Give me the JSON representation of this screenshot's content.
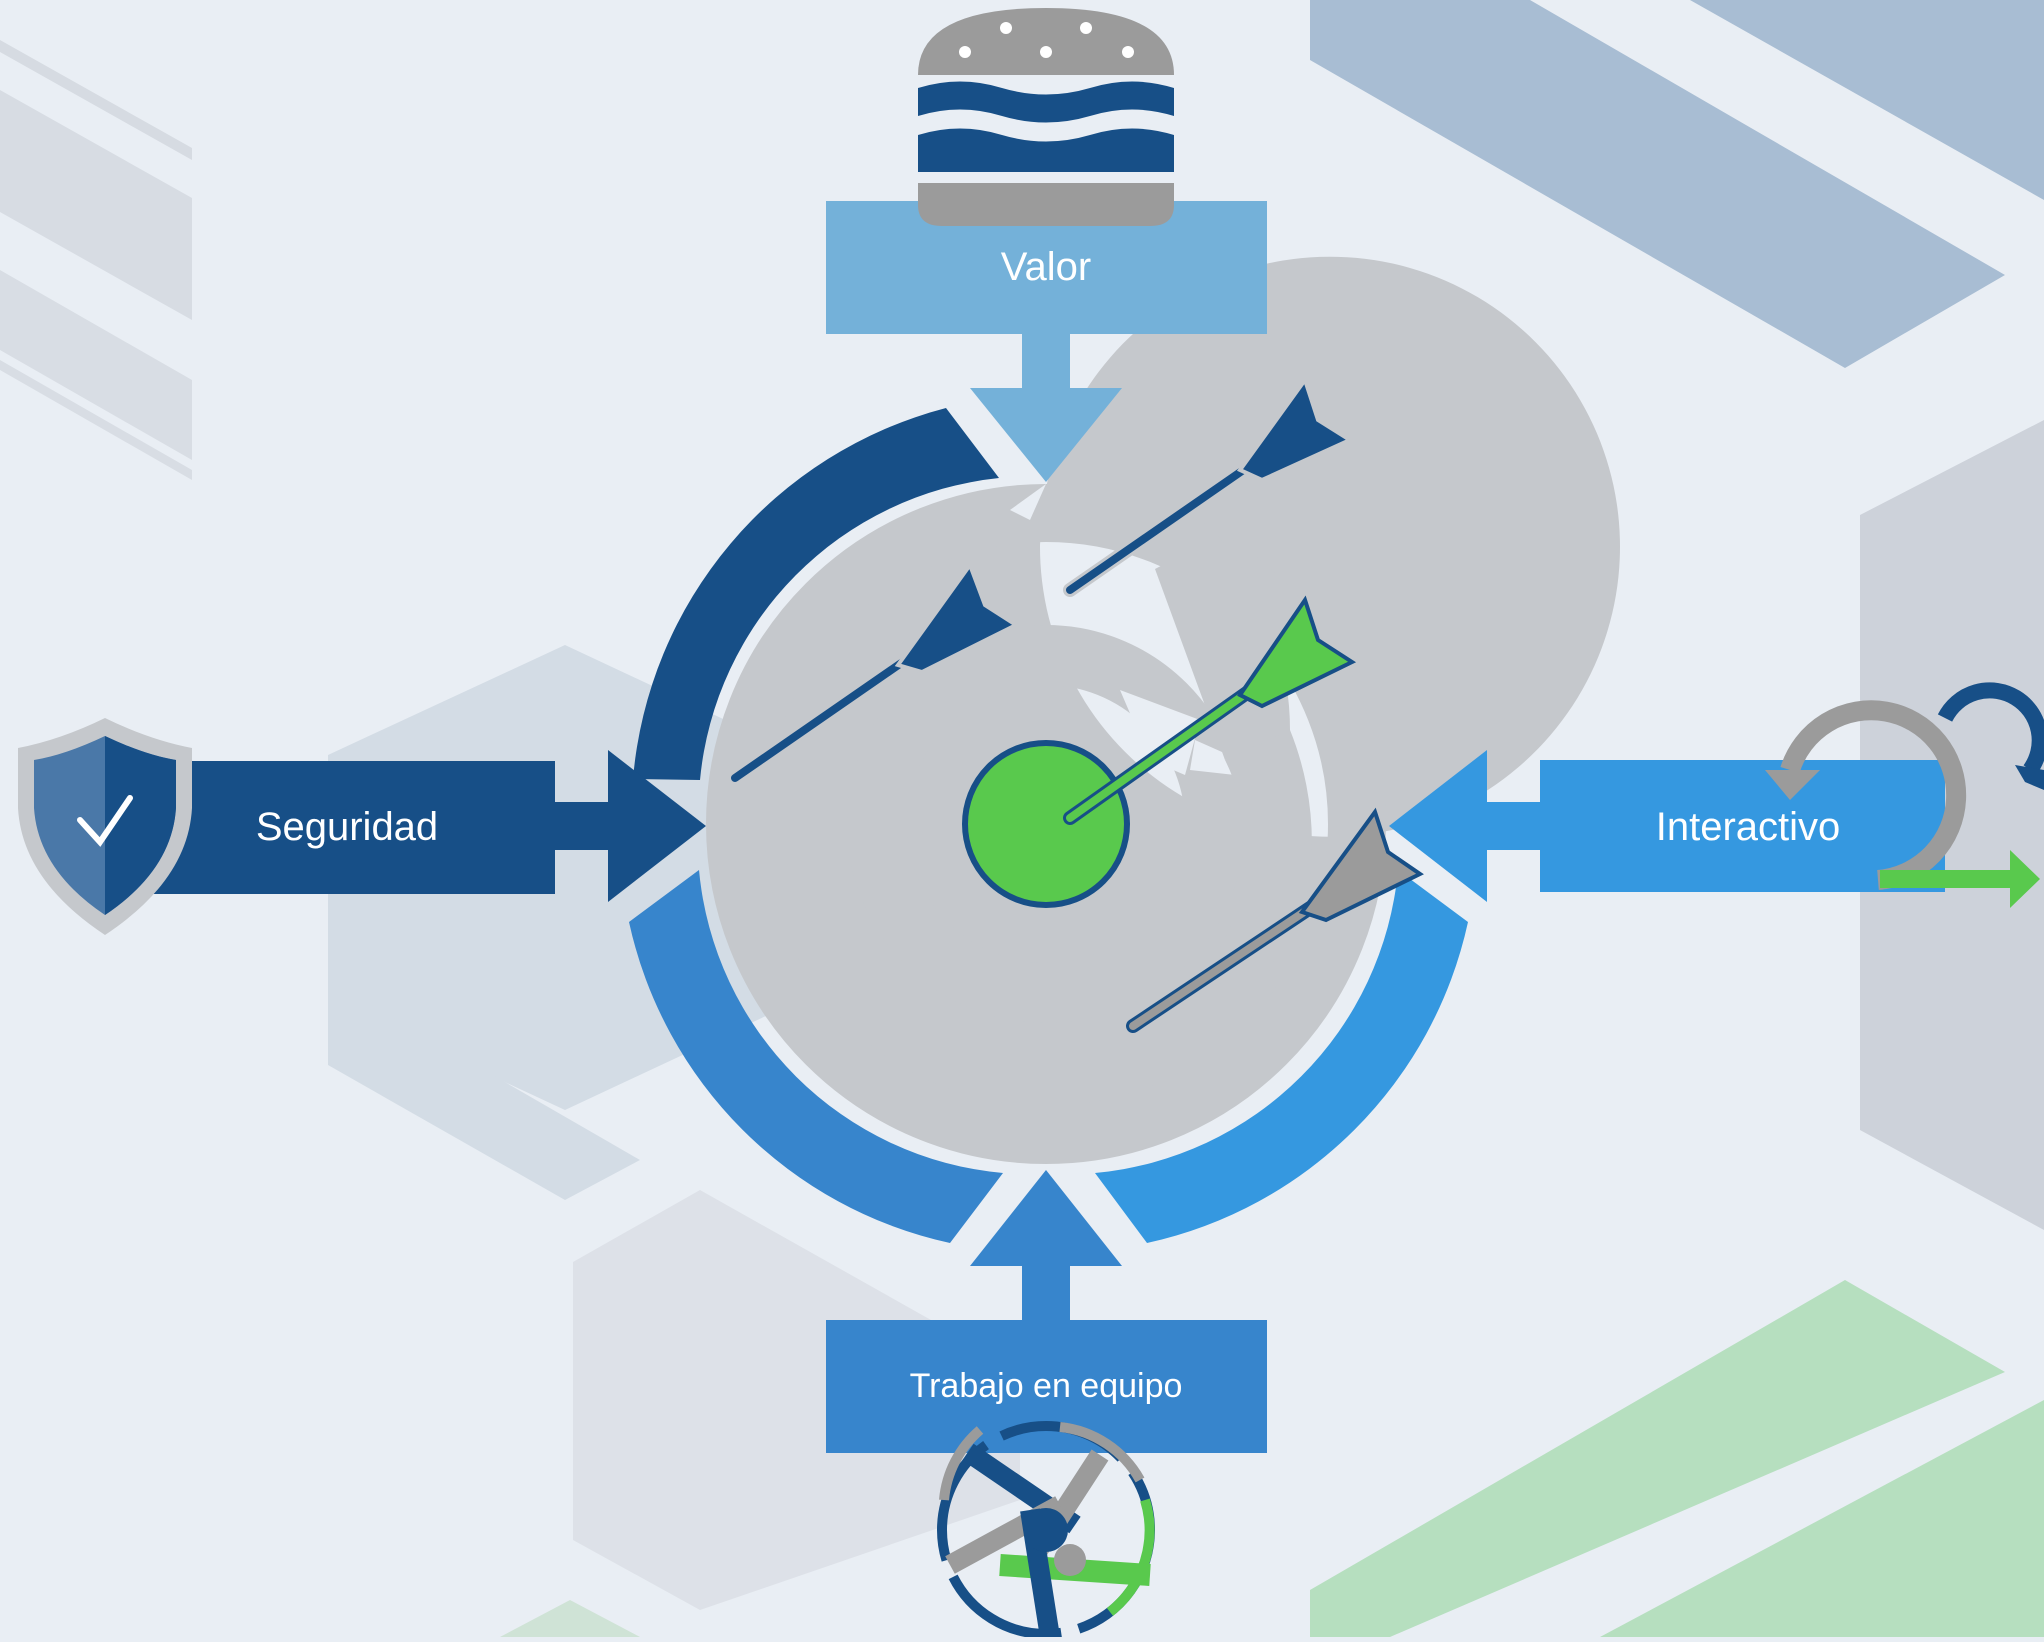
{
  "labels": {
    "valor": "Valor",
    "seguridad": "Seguridad",
    "interactivo": "Interactivo",
    "trabajo": "Trabajo en equipo"
  },
  "colors": {
    "background": "#e9eef4",
    "navy": "#174f87",
    "light_blue": "#74b1d9",
    "mid_blue": "#3785cc",
    "bright_blue": "#3598e0",
    "green": "#59c94d",
    "gray": "#9b9b9b",
    "light_gray": "#c5c8cc"
  },
  "icons": {
    "top": "burger-icon",
    "left": "shield-check-icon",
    "right": "cycle-arrows-icon",
    "bottom": "teamwork-hands-icon",
    "center": "target-with-darts"
  }
}
